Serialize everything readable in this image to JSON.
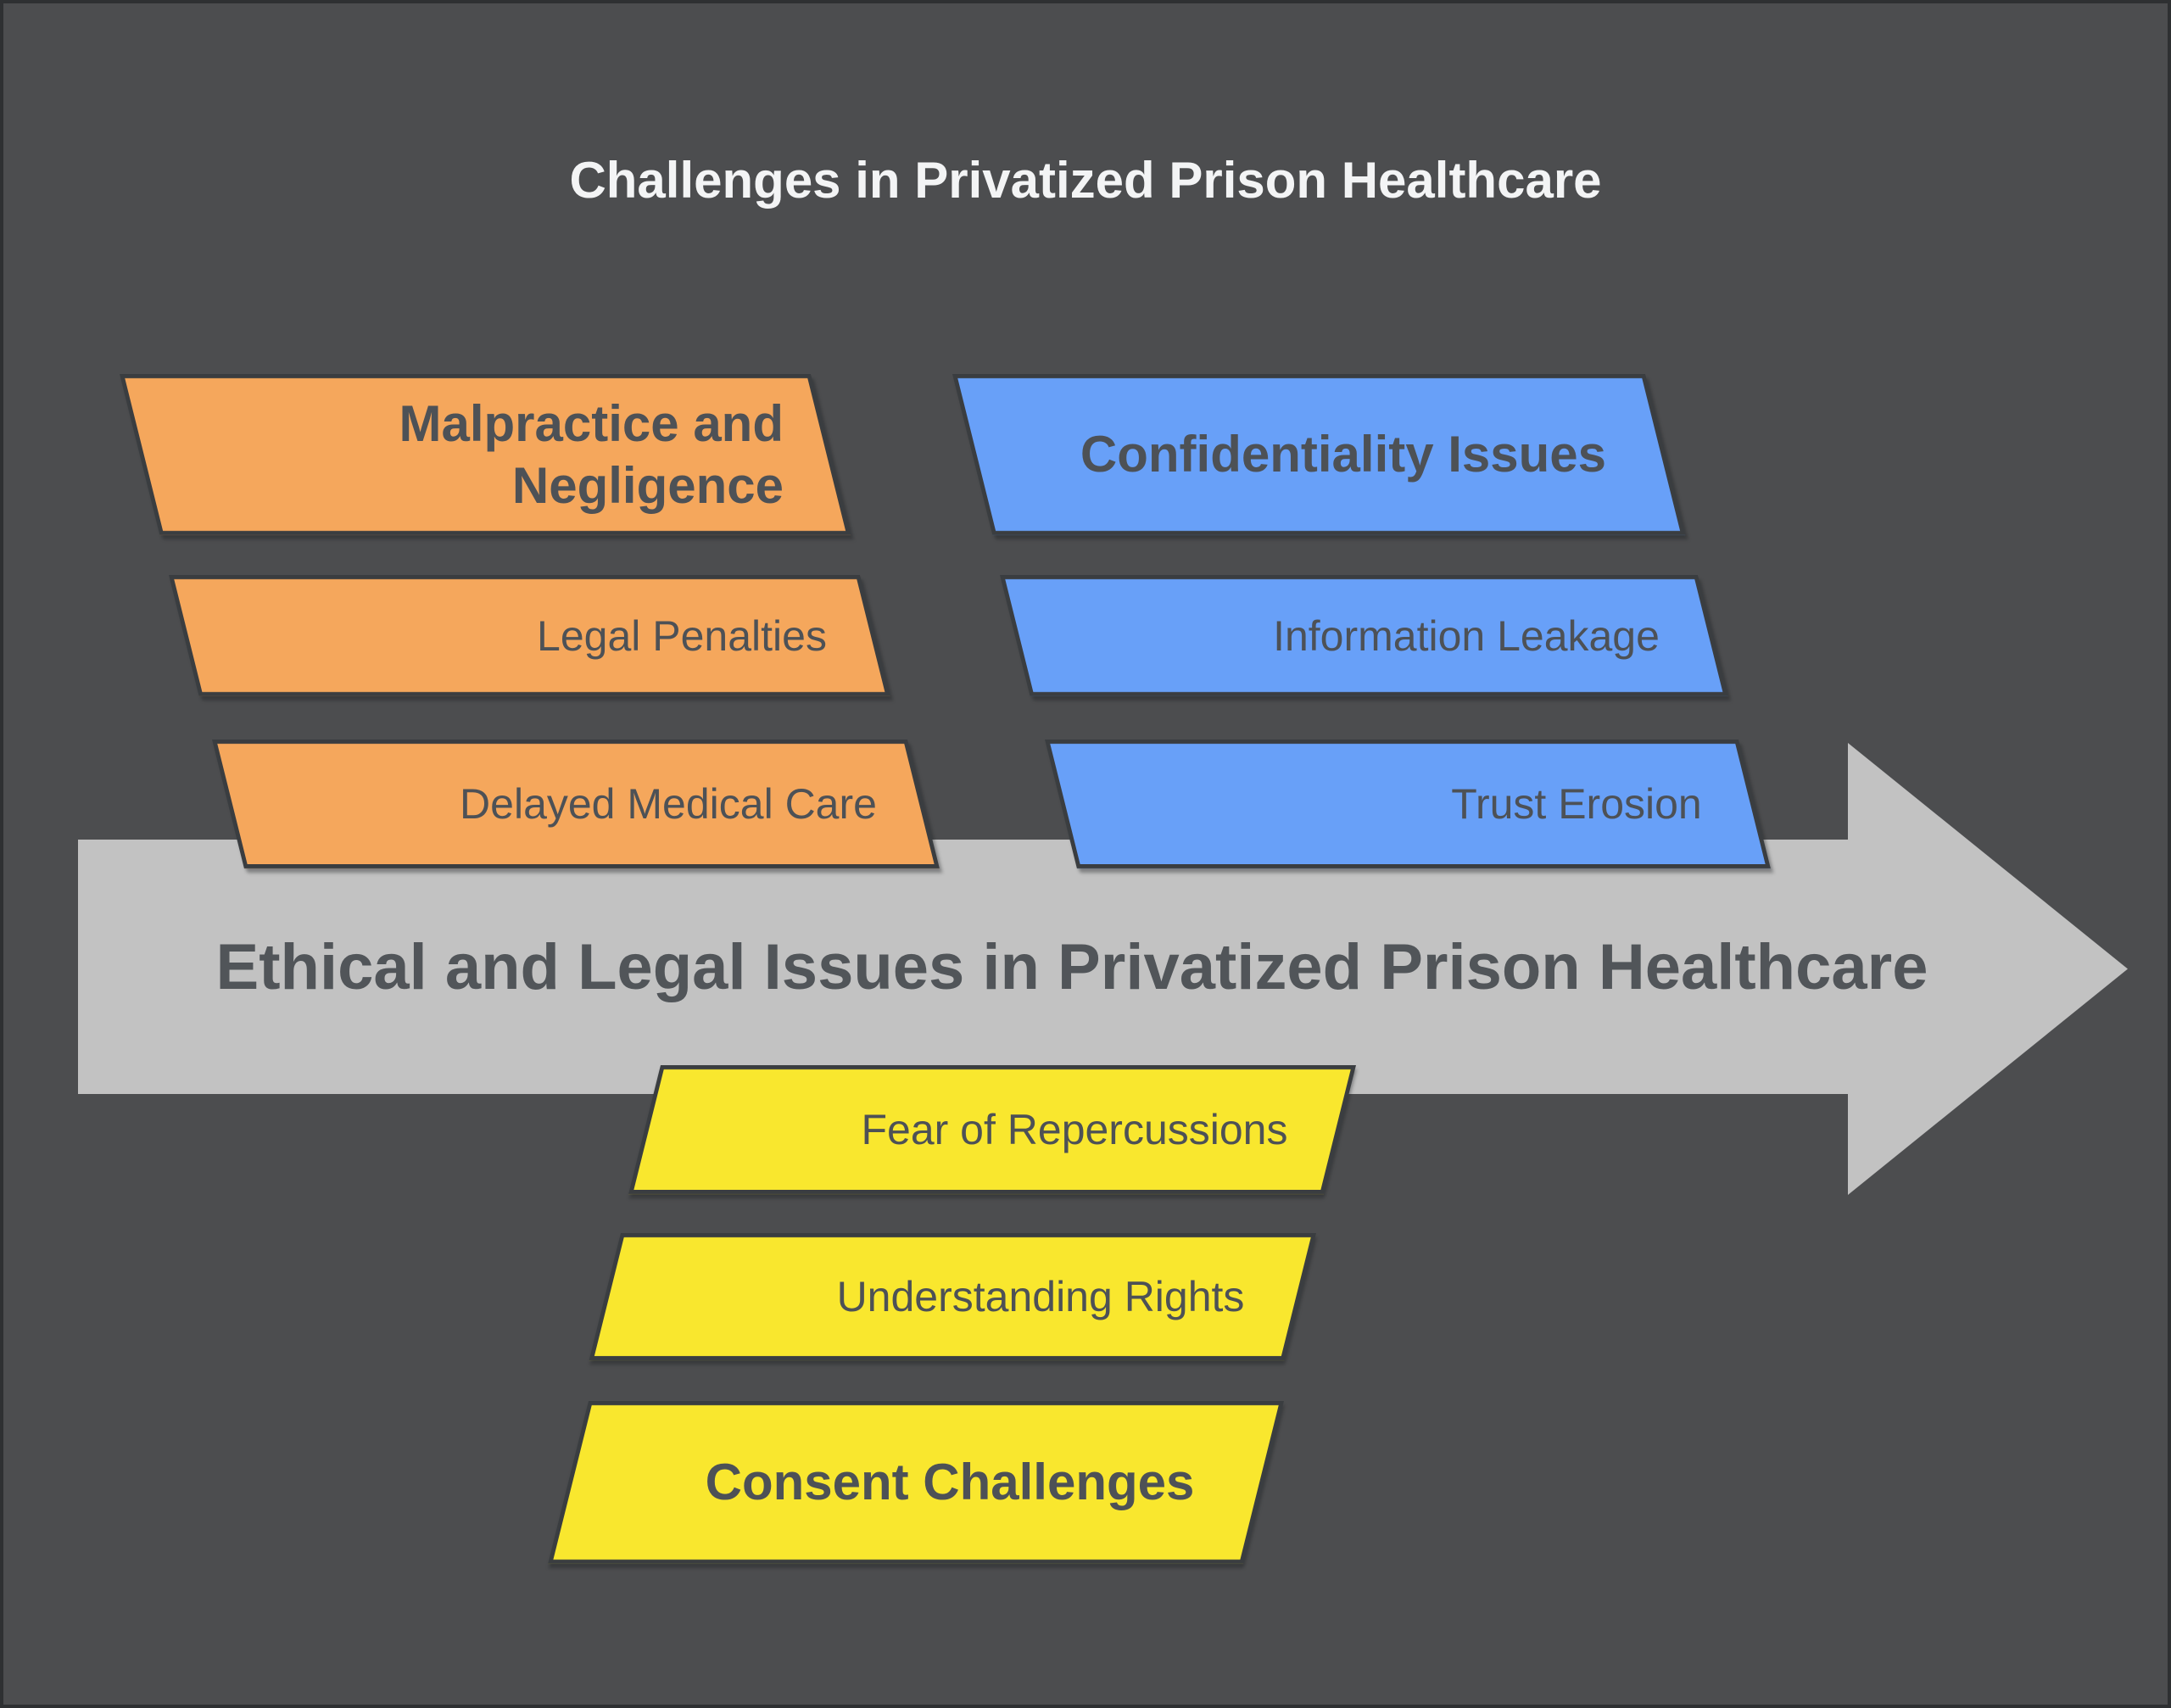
{
  "title": "Challenges in Privatized Prison Healthcare",
  "arrow": {
    "label": "Ethical and Legal Issues in Privatized Prison Healthcare"
  },
  "groups": {
    "malpractice": {
      "header": "Malpractice and Negligence",
      "items": [
        "Legal Penalties",
        "Delayed Medical Care"
      ],
      "color": "#F5A75C"
    },
    "confidentiality": {
      "header": "Confidentiality Issues",
      "items": [
        "Information Leakage",
        "Trust Erosion"
      ],
      "color": "#68A0F8"
    },
    "consent": {
      "header": "Consent Challenges",
      "items": [
        "Fear of Repercussions",
        "Understanding Rights"
      ],
      "color": "#F9E72E"
    }
  },
  "colors": {
    "background": "#4C4D4F",
    "frame_border": "#2E3032",
    "arrow_fill": "#C2C2C2",
    "arrow_text": "#515559",
    "shape_text": "#4D5156",
    "shape_outline": "#3A3D40",
    "title_text": "#F3F4F5"
  }
}
